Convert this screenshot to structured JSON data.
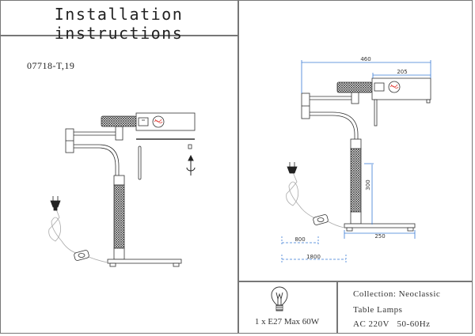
{
  "header": {
    "title": "Installation instructions",
    "model_number": "07718-T,19"
  },
  "dimensions": {
    "total_width": "460",
    "shade_width": "205",
    "height": "300",
    "base_width": "250",
    "cord_to_switch": "800",
    "cord_length": "1800",
    "dimension_color": "#3a7bd5"
  },
  "spec": {
    "bulb_icon": "light-bulb-icon",
    "bulb": "1 x E27 Max 60W",
    "collection": "Collection: Neoclassic",
    "type": "Table Lamps",
    "power": "AC 220V   50-60Hz"
  },
  "icons": {
    "rotate": "rotate-arrow-icon",
    "plug": "plug-icon",
    "switch": "inline-switch-icon"
  }
}
